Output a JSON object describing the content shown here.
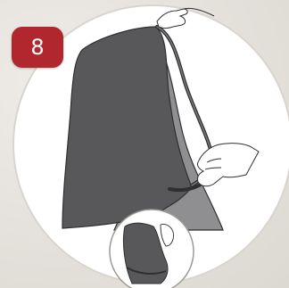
{
  "step": {
    "number": "8",
    "badge_color": "#b0272e"
  },
  "colors": {
    "cover_dark": "#58585a",
    "cover_light": "#8f8f92",
    "outline": "#2f2f31",
    "circle_fill": "#ffffff",
    "background": "#e5e2dd"
  },
  "icons": {
    "main": "cover-being-pulled-over-item",
    "detail": "cover-bottom-fold-detail"
  }
}
